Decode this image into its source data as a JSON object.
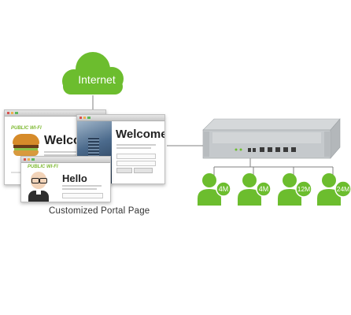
{
  "internet": {
    "label": "Internet"
  },
  "portal": {
    "caption": "Customized Portal Page",
    "back_window": {
      "brand": "PUBLIC WI-FI",
      "heading": "Welcome"
    },
    "right_window": {
      "heading": "Welcome"
    },
    "front_window": {
      "brand": "PUBLIC WI-FI",
      "heading": "Hello"
    }
  },
  "users": [
    {
      "bandwidth": "4M"
    },
    {
      "bandwidth": "4M"
    },
    {
      "bandwidth": "12M"
    },
    {
      "bandwidth": "24M"
    }
  ],
  "colors": {
    "green": "#6cbd2e",
    "line": "#808080",
    "device": "#cfd2d4"
  }
}
